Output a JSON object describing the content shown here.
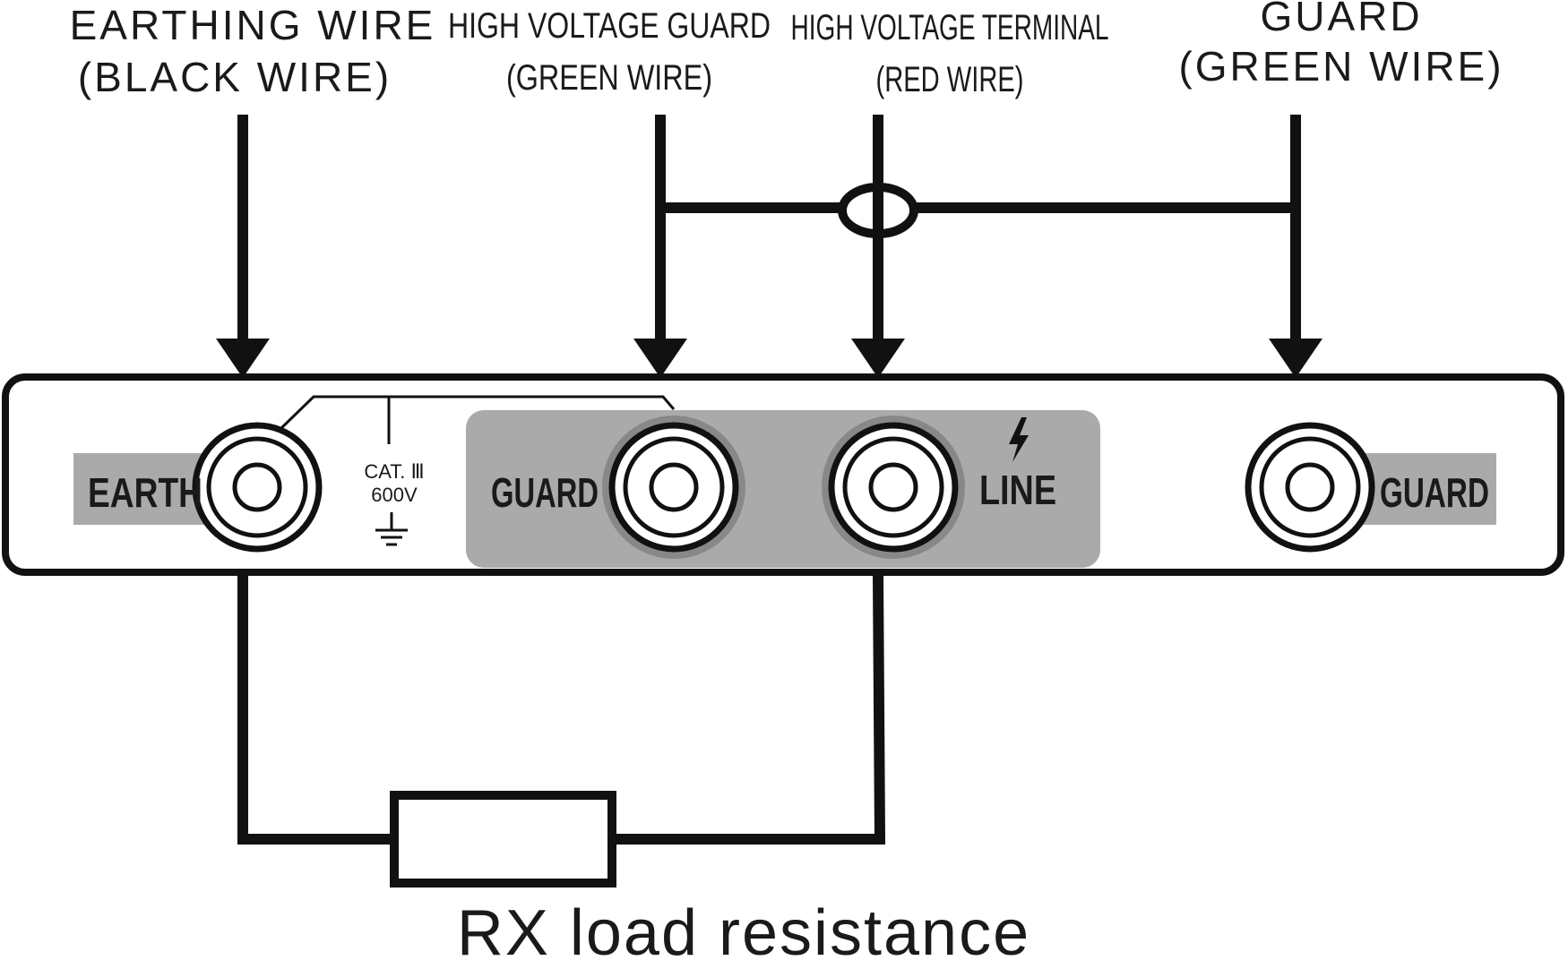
{
  "labels": {
    "earthing_line1": "EARTHING WIRE",
    "earthing_line2": "(BLACK WIRE)",
    "hv_guard_line1": "HIGH VOLTAGE GUARD",
    "hv_guard_line2": "(GREEN WIRE)",
    "hv_terminal_line1": "HIGH VOLTAGE TERMINAL",
    "hv_terminal_line2": "(RED WIRE)",
    "guard_line1": "GUARD",
    "guard_line2": "(GREEN WIRE)"
  },
  "panel": {
    "earth": "EARTH",
    "guard_left": "GUARD",
    "line": "LINE",
    "guard_right": "GUARD",
    "cat_line1": "CAT. Ⅲ",
    "cat_line2": "600V"
  },
  "caption": "RX load resistance",
  "colors": {
    "ink": "#111111",
    "panel_gray": "#aaaaaa",
    "ring_gray": "#888888"
  }
}
